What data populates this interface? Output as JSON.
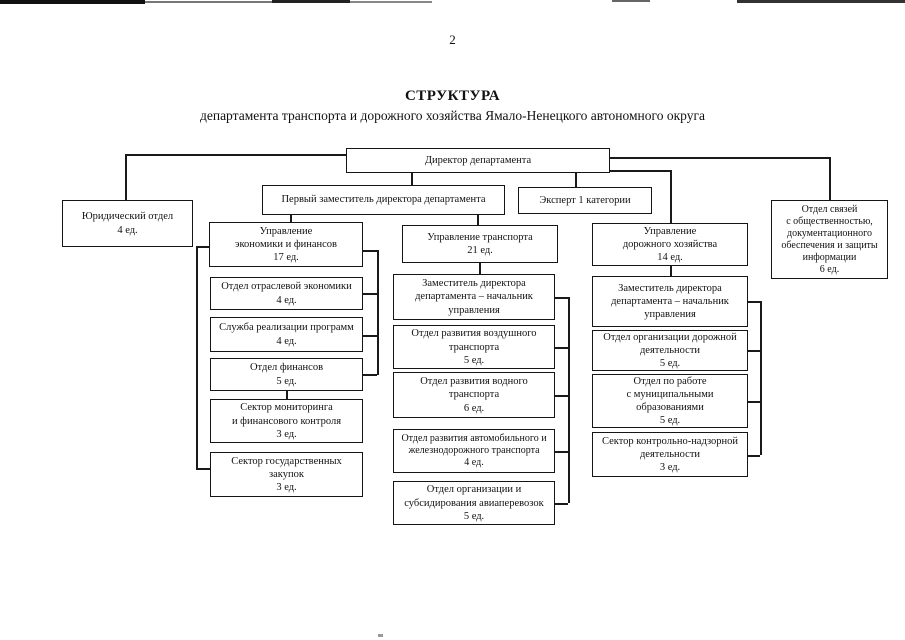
{
  "page": {
    "number": "2"
  },
  "header": {
    "title": "СТРУКТУРА",
    "subtitle": "департамента транспорта и дорожного хозяйства Ямало-Ненецкого автономного округа"
  },
  "boxes": {
    "director": {
      "label": "Директор департамента",
      "count": ""
    },
    "first_deputy": {
      "label": "Первый заместитель директора департамента",
      "count": ""
    },
    "expert": {
      "label": "Эксперт 1 категории",
      "count": ""
    },
    "legal": {
      "label": "Юридический отдел",
      "count": "4 ед."
    },
    "pr": {
      "label": "Отдел связей\nс общественностью,\nдокументационного\nобеспечения и защиты\nинформации",
      "count": "6 ед."
    },
    "econ": {
      "label": "Управление\nэкономики и финансов",
      "count": "17 ед."
    },
    "transport": {
      "label": "Управление транспорта",
      "count": "21 ед."
    },
    "road": {
      "label": "Управление\nдорожного хозяйства",
      "count": "14 ед."
    },
    "branch_econ": {
      "label": "Отдел отраслевой экономики",
      "count": "4 ед."
    },
    "programs": {
      "label": "Служба реализации программ",
      "count": "4 ед."
    },
    "finance": {
      "label": "Отдел финансов",
      "count": "5 ед."
    },
    "monitoring": {
      "label": "Сектор мониторинга\nи финансового контроля",
      "count": "3 ед."
    },
    "procurement": {
      "label": "Сектор государственных\nзакупок",
      "count": "3 ед."
    },
    "deputy_transport": {
      "label": "Заместитель директора\nдепартамента – начальник\nуправления",
      "count": ""
    },
    "air": {
      "label": "Отдел развития воздушного\nтранспорта",
      "count": "5 ед."
    },
    "water": {
      "label": "Отдел развития водного\nтранспорта",
      "count": "6 ед."
    },
    "auto_rail": {
      "label": "Отдел развития автомобильного и\nжелезнодорожного транспорта",
      "count": "4 ед."
    },
    "aviation": {
      "label": "Отдел организации и\nсубсидирования авиаперевозок",
      "count": "5 ед."
    },
    "deputy_road": {
      "label": "Заместитель директора\nдепартамента – начальник\nуправления",
      "count": ""
    },
    "road_org": {
      "label": "Отдел организации дорожной\nдеятельности",
      "count": "5 ед."
    },
    "municipal": {
      "label": "Отдел по работе\nс муниципальными\nобразованиями",
      "count": "5 ед."
    },
    "control": {
      "label": "Сектор контрольно-надзорной\nдеятельности",
      "count": "3 ед."
    }
  },
  "colors": {
    "ink": "#151515",
    "paper": "#ffffff"
  }
}
